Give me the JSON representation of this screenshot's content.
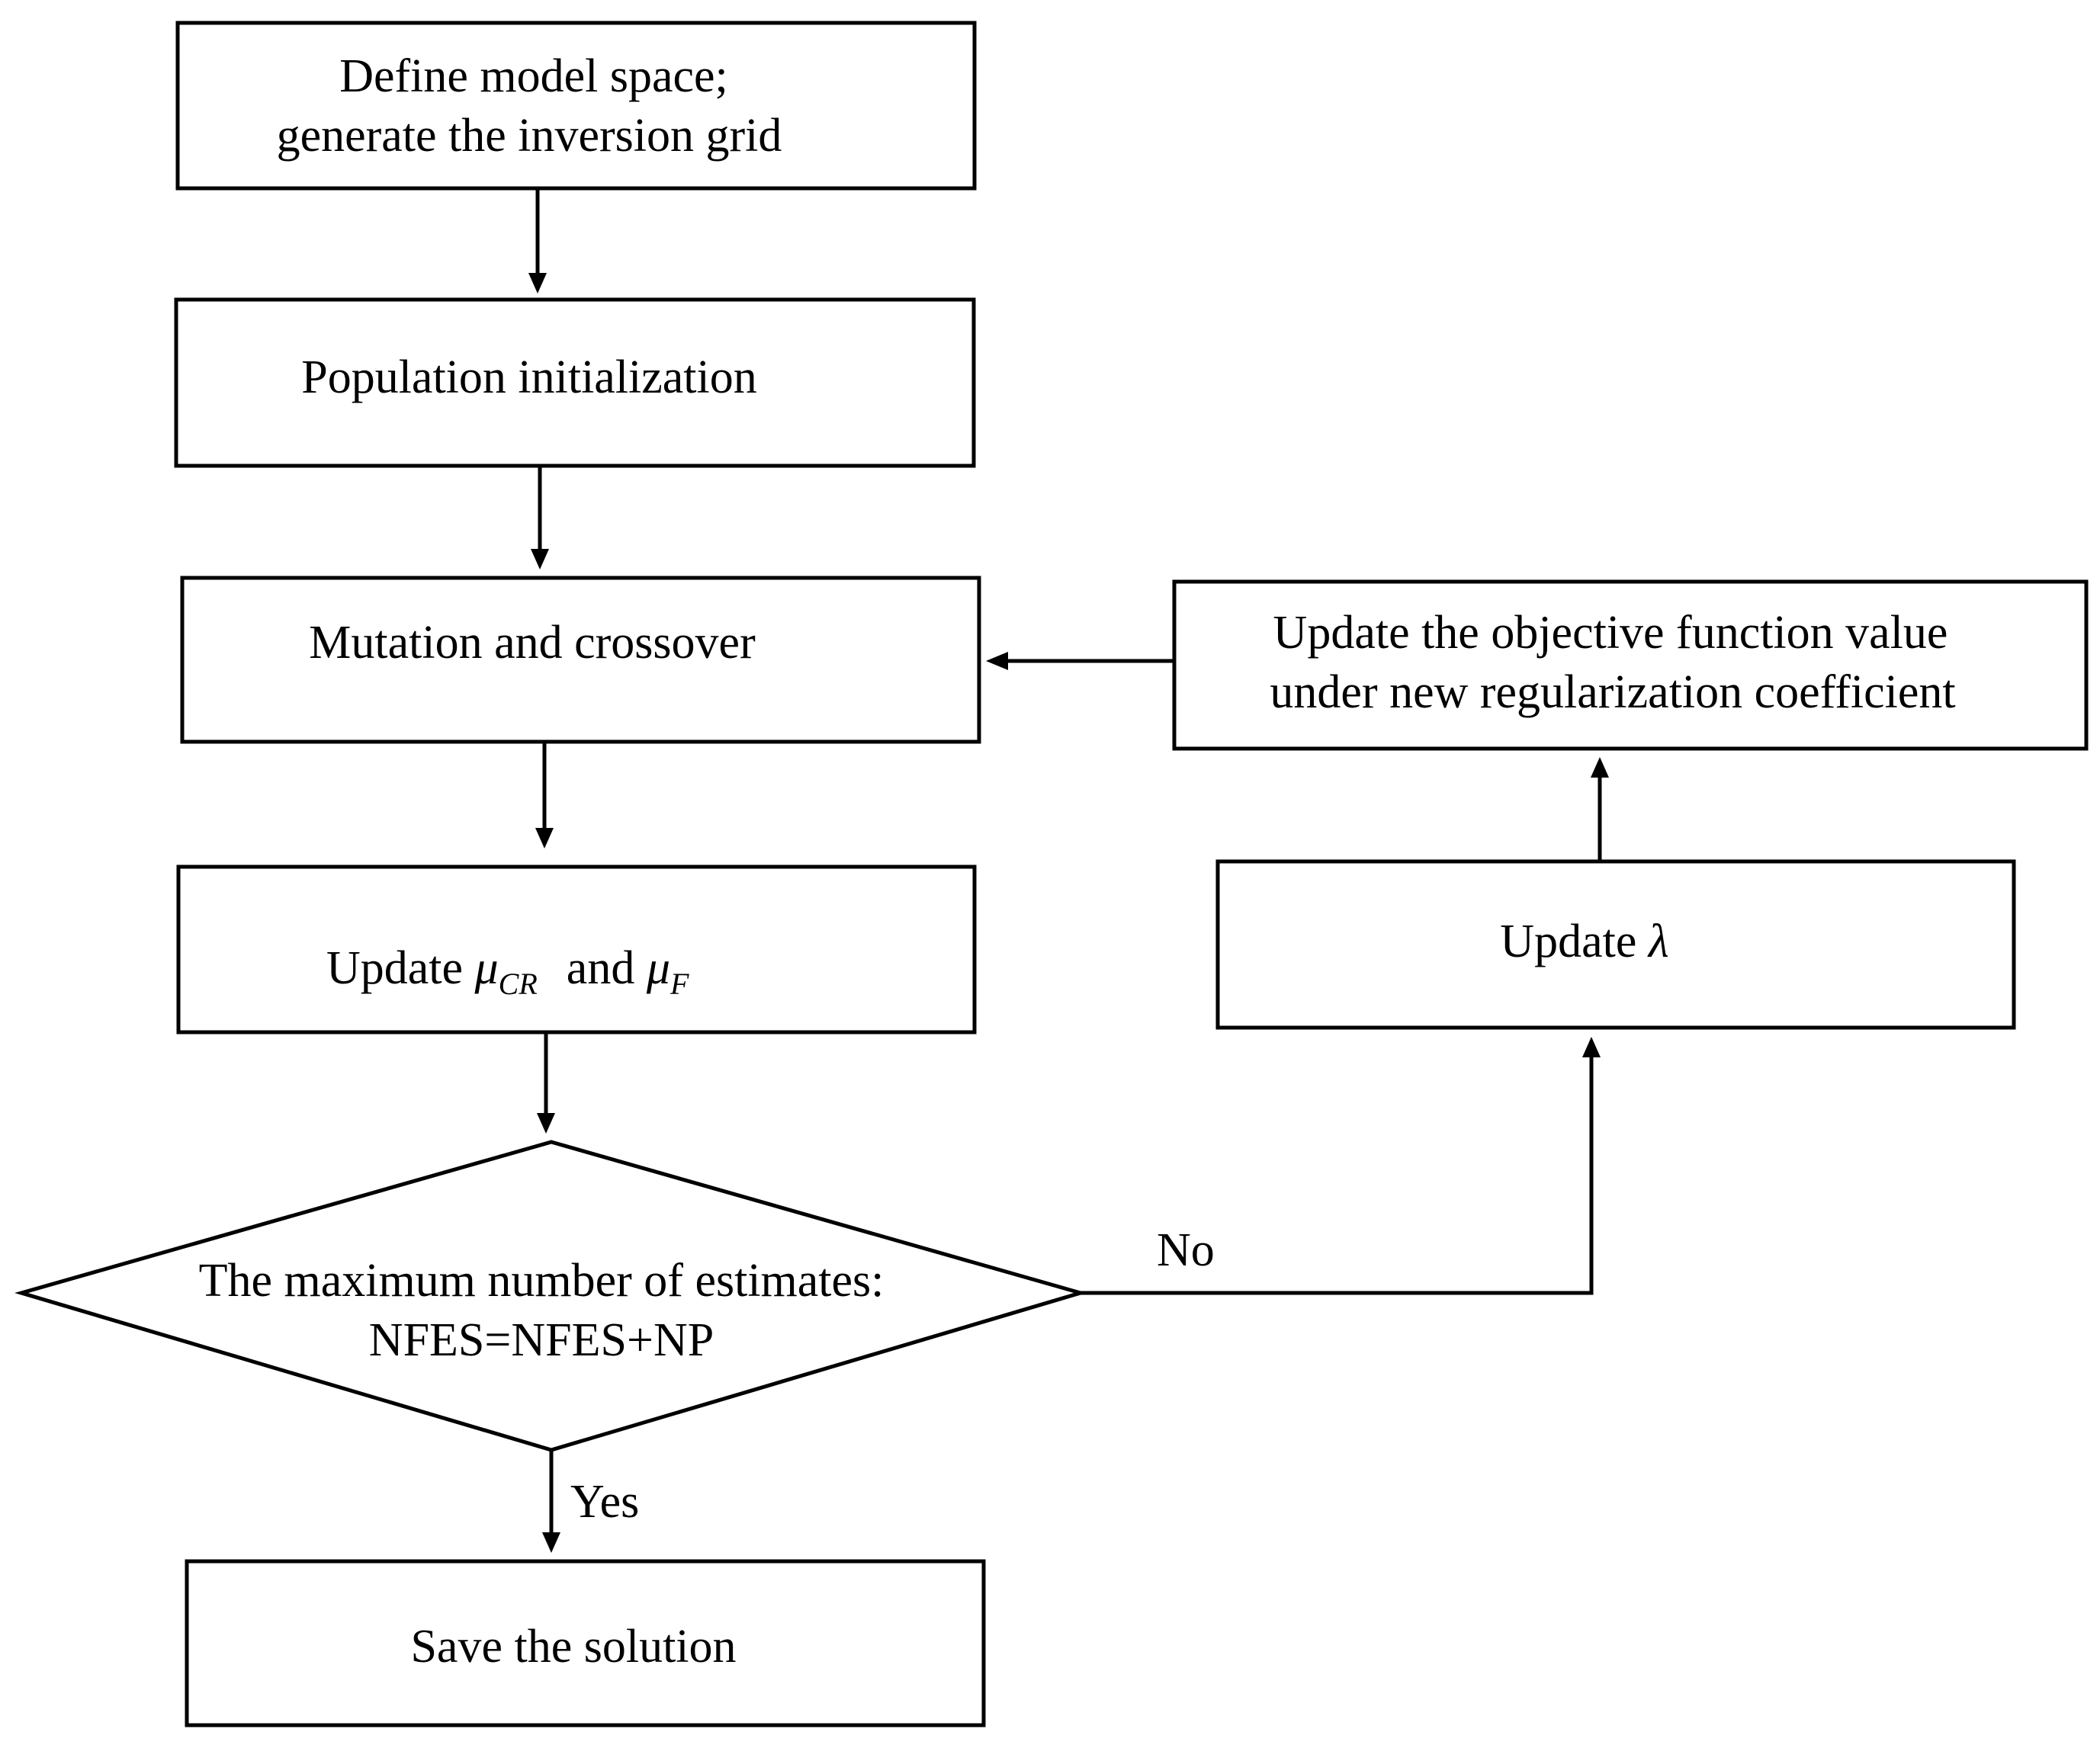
{
  "nodes": {
    "define_model": {
      "line1": "Define model space;",
      "line2": "generate the inversion grid"
    },
    "population_init": {
      "label": "Population initialization"
    },
    "mutation_crossover": {
      "label": "Mutation and crossover"
    },
    "update_mu": {
      "prefix": "Update ",
      "mu": "μ",
      "sub_cr": "CR",
      "middle": "and ",
      "sub_f": "F"
    },
    "decision": {
      "line1": "The maximum number of estimates:",
      "line2": "NFES=NFES+NP"
    },
    "save_solution": {
      "label": "Save the solution"
    },
    "update_lambda": {
      "prefix": "Update ",
      "lambda": "λ"
    },
    "update_objective": {
      "line1": "Update the objective function value",
      "line2": "under new regularization coefficient"
    }
  },
  "edge_labels": {
    "no": "No",
    "yes": "Yes"
  }
}
